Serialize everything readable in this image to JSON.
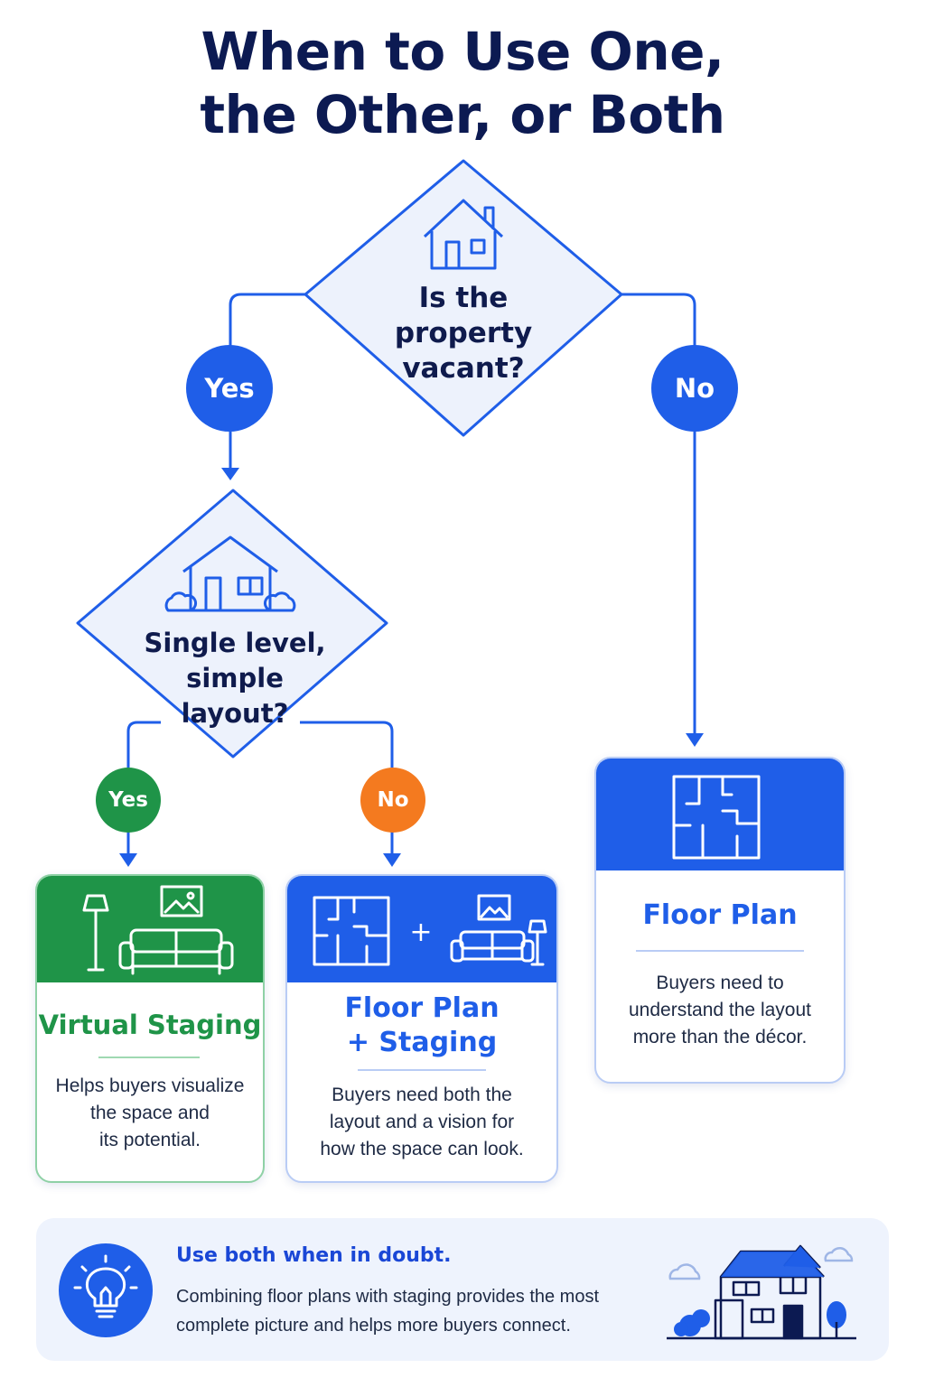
{
  "title": {
    "line1": "When to Use One,",
    "line2": "the Other, or Both"
  },
  "decision_vacant": {
    "line1": "Is the",
    "line2": "property",
    "line3": "vacant?",
    "icon": "house-icon"
  },
  "decision_layout": {
    "line1": "Single level,",
    "line2": "simple",
    "line3": "layout?",
    "icon": "house-with-bushes-icon"
  },
  "branches": {
    "vacant_yes": "Yes",
    "vacant_no": "No",
    "layout_yes": "Yes",
    "layout_no": "No"
  },
  "cards": {
    "virtual_staging": {
      "title": "Virtual Staging",
      "desc_line1": "Helps buyers visualize",
      "desc_line2": "the space and",
      "desc_line3": "its potential.",
      "icons": [
        "floor-lamp-icon",
        "picture-icon",
        "sofa-icon"
      ]
    },
    "floor_plan_staging": {
      "title_line1": "Floor Plan",
      "title_line2": "+ Staging",
      "desc_line1": "Buyers need both the",
      "desc_line2": "layout and a vision for",
      "desc_line3": "how the space can look.",
      "plus": "+",
      "icons": [
        "floor-plan-icon",
        "picture-icon",
        "sofa-icon",
        "floor-lamp-icon"
      ]
    },
    "floor_plan": {
      "title": "Floor Plan",
      "desc_line1": "Buyers need to",
      "desc_line2": "understand the layout",
      "desc_line3": "more than the décor.",
      "icons": [
        "floor-plan-icon"
      ]
    }
  },
  "banner": {
    "heading": "Use both when in doubt.",
    "text_line1": "Combining floor plans with staging provides the most",
    "text_line2": "complete picture and helps more buyers connect.",
    "icons": [
      "lightbulb-icon",
      "two-story-house-icon"
    ]
  },
  "colors": {
    "navy": "#0c1a52",
    "blue": "#1f5ee8",
    "green": "#1f9448",
    "orange": "#f47a1f",
    "diamond_fill": "#edf2fc",
    "banner_fill": "#eef3fd"
  }
}
